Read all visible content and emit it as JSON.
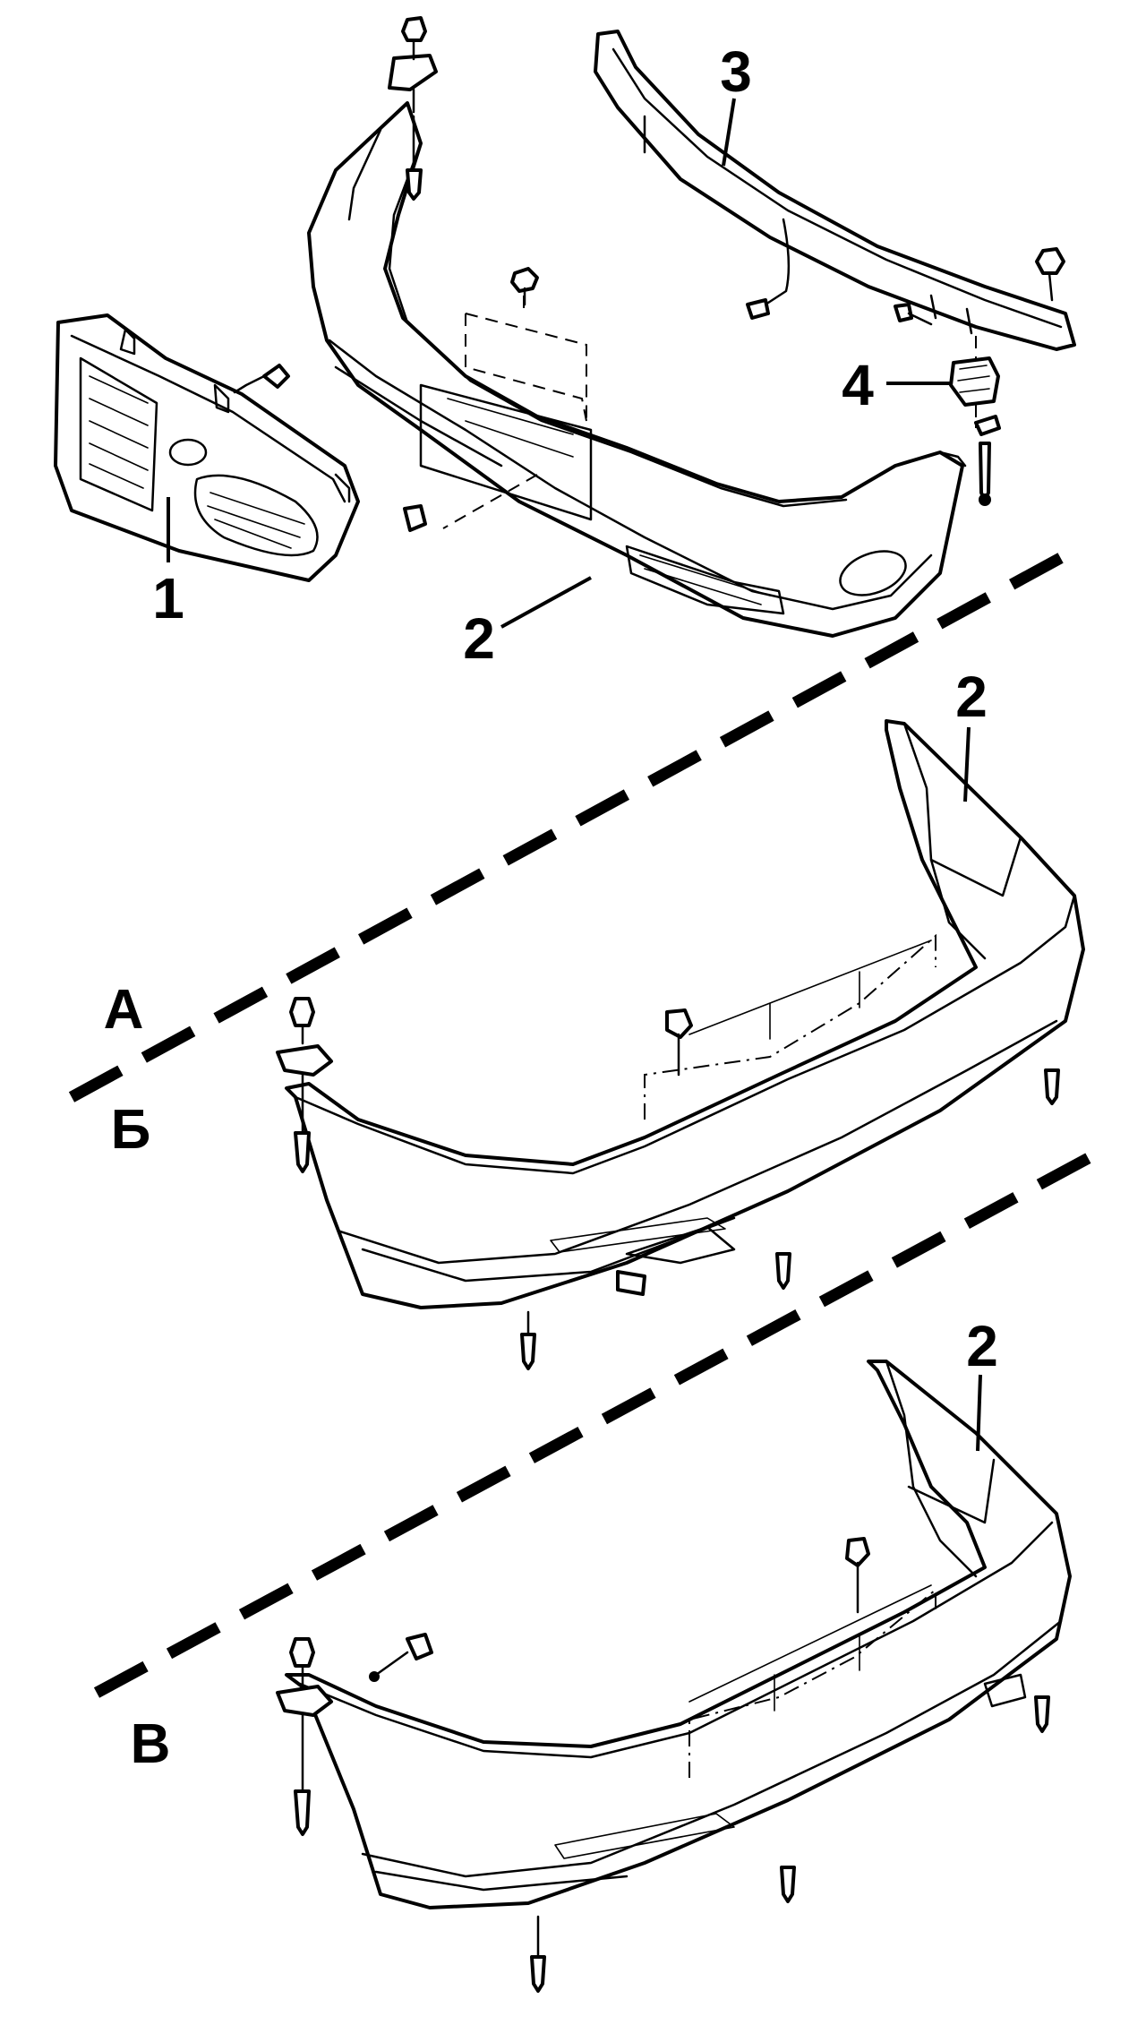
{
  "callouts": {
    "radiator_grille": "1",
    "bumper_front": "2",
    "bumper_rear_a": "2",
    "bumper_rear_b": "2",
    "reinforcement": "3",
    "bracket": "4"
  },
  "sections": {
    "a": "A",
    "b": "Б",
    "v": "В"
  }
}
